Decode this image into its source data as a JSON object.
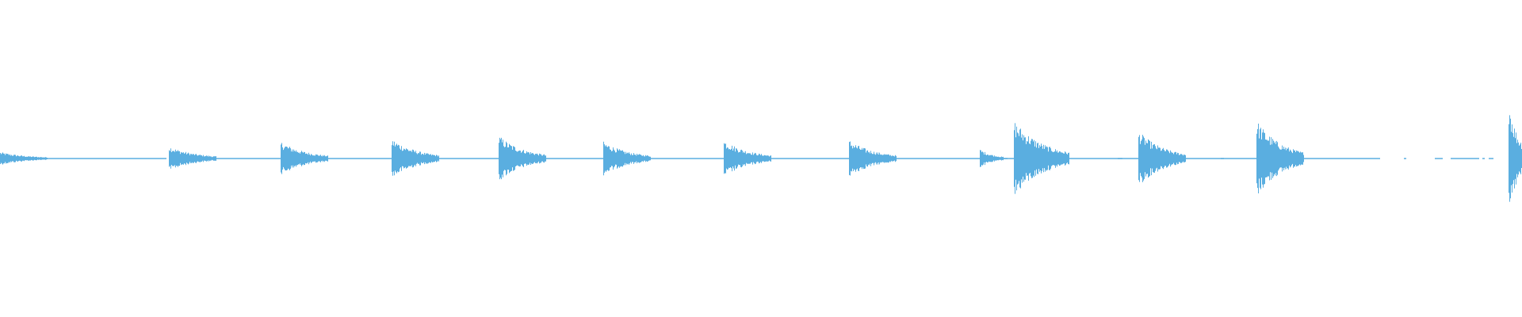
{
  "waveform": {
    "color": "#5aaee0",
    "background": "#ffffff",
    "duration_s": 1920,
    "envelope_decay": 32,
    "onsets": [
      {
        "t": 0,
        "peak": 0.08,
        "len": 60,
        "floor": 0.006,
        "tail": 150
      },
      {
        "t": 213,
        "peak": 0.16,
        "len": 60,
        "floor": 0.005,
        "tail": 130
      },
      {
        "t": 354,
        "peak": 0.22,
        "len": 60,
        "floor": 0.005,
        "tail": 125
      },
      {
        "t": 494,
        "peak": 0.26,
        "len": 60,
        "floor": 0.005,
        "tail": 120
      },
      {
        "t": 629,
        "peak": 0.3,
        "len": 60,
        "floor": 0.005,
        "tail": 115
      },
      {
        "t": 761,
        "peak": 0.22,
        "len": 60,
        "floor": 0.005,
        "tail": 140
      },
      {
        "t": 913,
        "peak": 0.24,
        "len": 60,
        "floor": 0.005,
        "tail": 132
      },
      {
        "t": 1071,
        "peak": 0.24,
        "len": 60,
        "floor": 0.005,
        "tail": 140
      },
      {
        "t": 1236,
        "peak": 0.12,
        "len": 30,
        "floor": 0.004,
        "tail": 42
      },
      {
        "t": 1279,
        "peak": 0.5,
        "len": 70,
        "floor": 0.005,
        "tail": 125
      },
      {
        "t": 1436,
        "peak": 0.36,
        "len": 60,
        "floor": 0.005,
        "tail": 112
      },
      {
        "t": 1585,
        "peak": 0.5,
        "len": 60,
        "floor": 0.005,
        "tail": 96
      },
      {
        "t": 1903,
        "peak": 0.72,
        "len": 17,
        "floor": 0.1,
        "tail": 17
      }
    ],
    "fragments": [
      {
        "t": 1410,
        "len": 6
      },
      {
        "t": 1540,
        "len": 4
      },
      {
        "t": 1771,
        "len": 3
      },
      {
        "t": 1810,
        "len": 10
      },
      {
        "t": 1830,
        "len": 36
      },
      {
        "t": 1870,
        "len": 3
      },
      {
        "t": 1878,
        "len": 6
      }
    ]
  }
}
